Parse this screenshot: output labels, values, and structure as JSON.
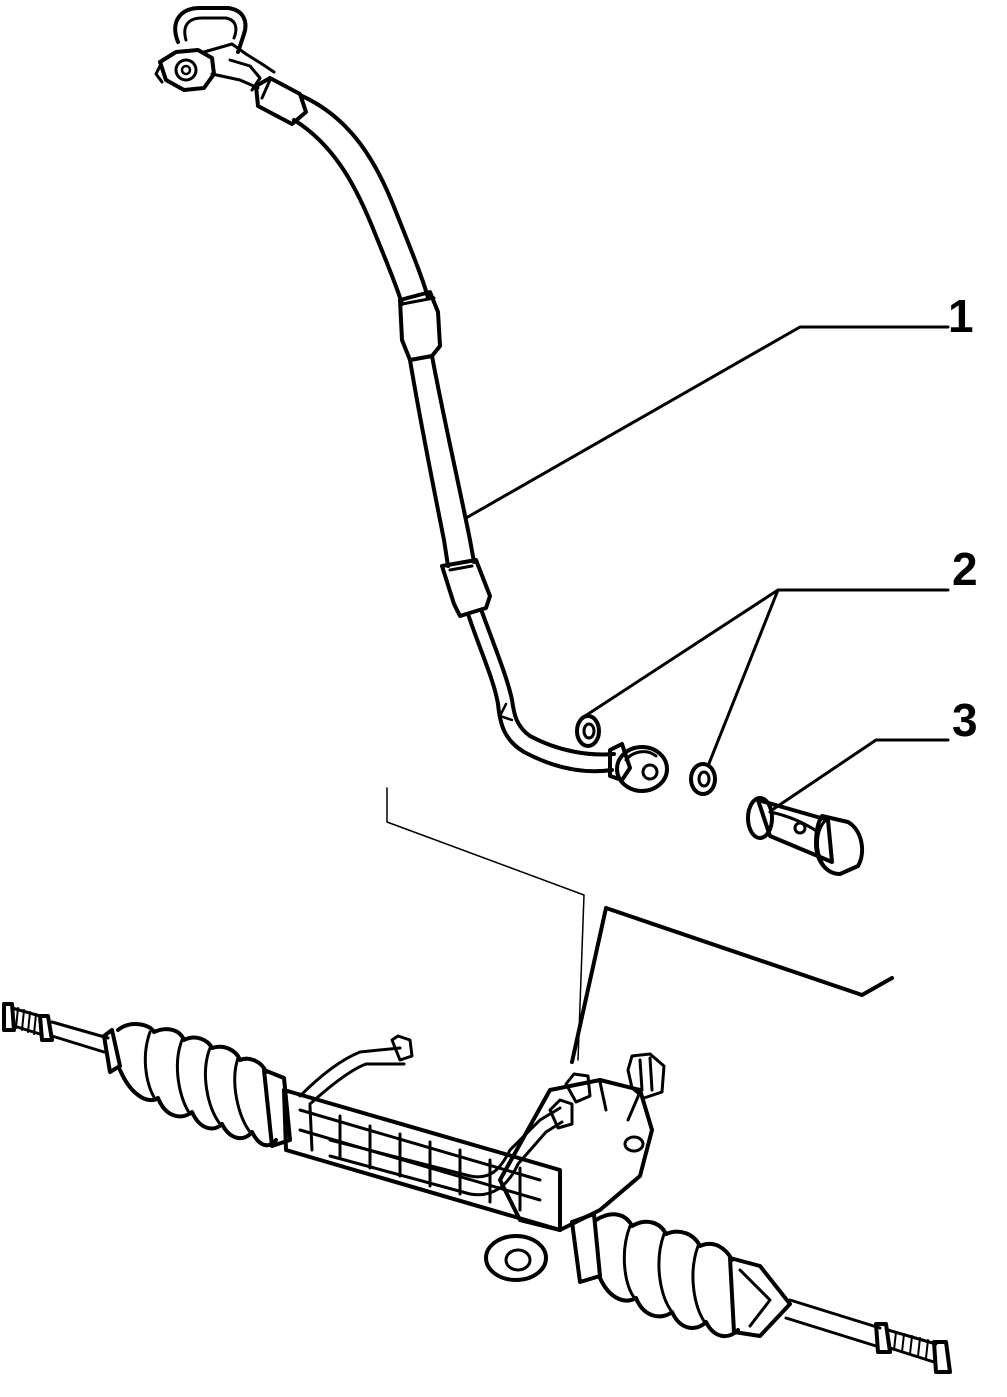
{
  "diagram": {
    "callouts": [
      {
        "id": "callout-1",
        "label": "1",
        "part": "pressure-hose"
      },
      {
        "id": "callout-2",
        "label": "2",
        "part": "sealing-washer"
      },
      {
        "id": "callout-3",
        "label": "3",
        "part": "banjo-bolt"
      }
    ],
    "colors": {
      "line": "#000000",
      "background": "#ffffff"
    }
  }
}
